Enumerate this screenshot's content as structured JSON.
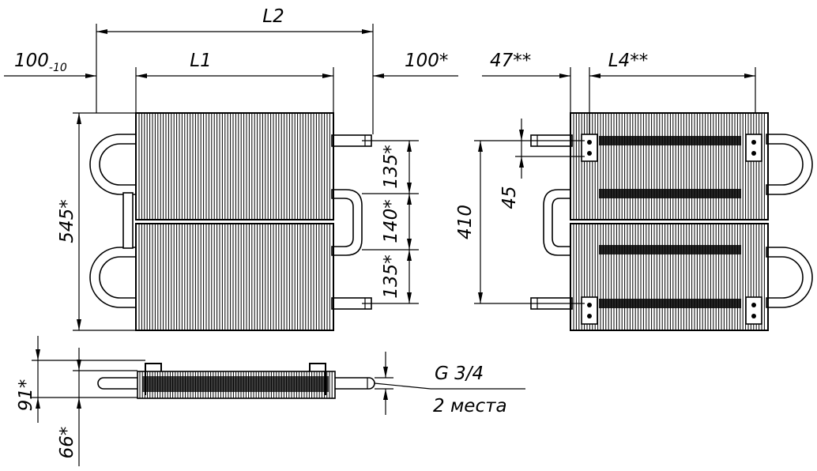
{
  "labels": {
    "l2": "L2",
    "l1": "L1",
    "left_offset_main": "100",
    "left_offset_sub": "-10",
    "right_offset": "100*",
    "side_offset": "47**",
    "l4": "L4**",
    "height_total": "545*",
    "gap_top": "135*",
    "gap_mid": "140*",
    "gap_bottom": "135*",
    "height_side": "410",
    "mount_spacing": "45",
    "depth_total": "91*",
    "depth_pipe": "66*",
    "thread": "G 3/4",
    "thread_count": "2 места"
  }
}
